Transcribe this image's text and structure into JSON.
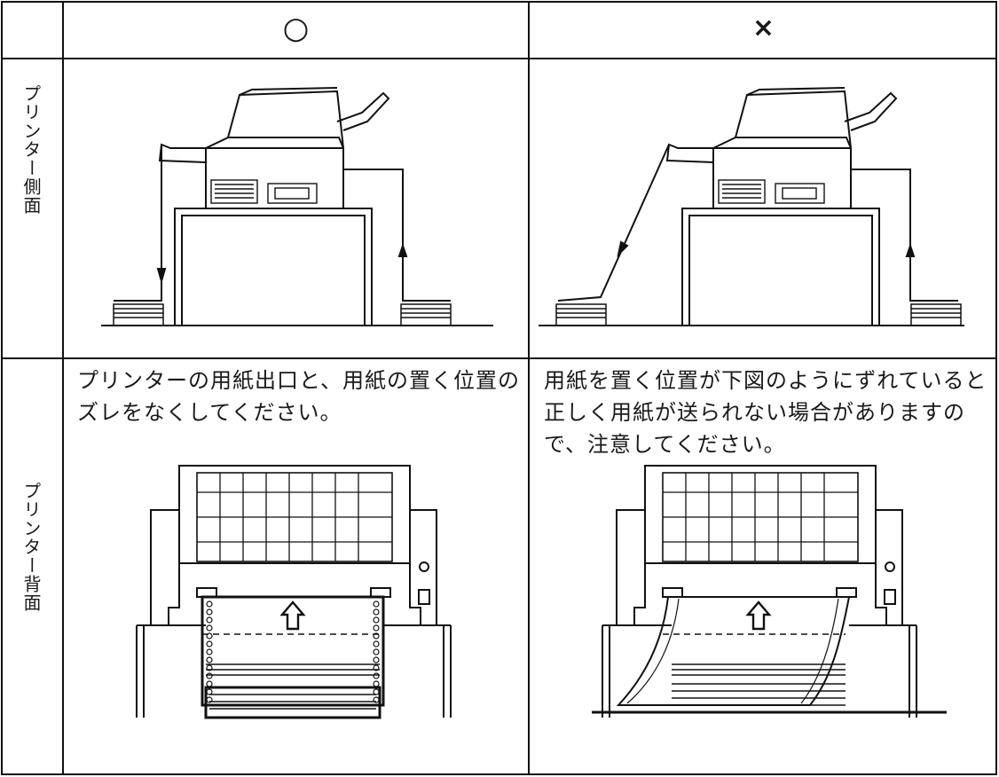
{
  "header": {
    "good_mark": "○",
    "bad_mark": "×"
  },
  "rows": [
    {
      "label": "プリンター側面"
    },
    {
      "label": "プリンター背面"
    }
  ],
  "notes": {
    "good": "プリンターの用紙出口と、用紙の置く位置のズレをなくしてください。",
    "bad": "用紙を置く位置が下図のようにずれていると正しく用紙が送られない場合がありますので、注意してください。"
  },
  "icons": {
    "printer_side_good": "printer-side-aligned-icon",
    "printer_side_bad": "printer-side-misaligned-icon",
    "printer_back_good": "printer-back-aligned-icon",
    "printer_back_bad": "printer-back-misaligned-icon"
  }
}
